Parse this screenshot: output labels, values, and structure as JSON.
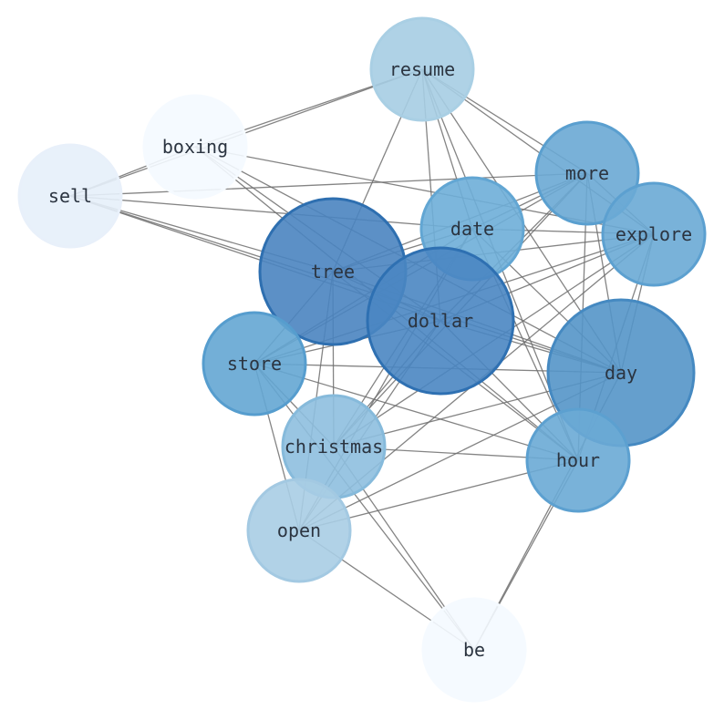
{
  "nodes": [
    {
      "id": "resume",
      "label": "resume",
      "fill": "#a6cde3",
      "stroke": "#a9cfe4",
      "alpha": 0.9
    },
    {
      "id": "boxing",
      "label": "boxing",
      "fill": "#f4f9ff",
      "stroke": "#f5faff",
      "alpha": 0.9
    },
    {
      "id": "sell",
      "label": "sell",
      "fill": "#e6eff9",
      "stroke": "#e8f0fa",
      "alpha": 0.9
    },
    {
      "id": "more",
      "label": "more",
      "fill": "#6aa9d4",
      "stroke": "#5a9fcf",
      "alpha": 0.9
    },
    {
      "id": "date",
      "label": "date",
      "fill": "#6eaed8",
      "stroke": "#62a6d3",
      "alpha": 0.9
    },
    {
      "id": "explore",
      "label": "explore",
      "fill": "#6aaad5",
      "stroke": "#5ca0d0",
      "alpha": 0.9
    },
    {
      "id": "tree",
      "label": "tree",
      "fill": "#4a84c0",
      "stroke": "#2e6fb0",
      "alpha": 0.9
    },
    {
      "id": "dollar",
      "label": "dollar",
      "fill": "#4a86c2",
      "stroke": "#2e70b2",
      "alpha": 0.9
    },
    {
      "id": "store",
      "label": "store",
      "fill": "#64a6d3",
      "stroke": "#569dce",
      "alpha": 0.9
    },
    {
      "id": "day",
      "label": "day",
      "fill": "#5495c8",
      "stroke": "#4589c1",
      "alpha": 0.9
    },
    {
      "id": "christmas",
      "label": "christmas",
      "fill": "#8ebfdf",
      "stroke": "#86badb",
      "alpha": 0.9
    },
    {
      "id": "hour",
      "label": "hour",
      "fill": "#6aaad5",
      "stroke": "#5ca0d0",
      "alpha": 0.9
    },
    {
      "id": "open",
      "label": "open",
      "fill": "#a9cde4",
      "stroke": "#a3c9e2",
      "alpha": 0.9
    },
    {
      "id": "be",
      "label": "be",
      "fill": "#f4f9ff",
      "stroke": "#f5faff",
      "alpha": 0.9
    }
  ],
  "edges": [
    [
      "resume",
      "boxing"
    ],
    [
      "resume",
      "sell"
    ],
    [
      "resume",
      "tree"
    ],
    [
      "resume",
      "date"
    ],
    [
      "resume",
      "dollar"
    ],
    [
      "resume",
      "more"
    ],
    [
      "resume",
      "explore"
    ],
    [
      "resume",
      "day"
    ],
    [
      "resume",
      "hour"
    ],
    [
      "boxing",
      "sell"
    ],
    [
      "boxing",
      "explore"
    ],
    [
      "boxing",
      "day"
    ],
    [
      "boxing",
      "dollar"
    ],
    [
      "boxing",
      "hour"
    ],
    [
      "sell",
      "more"
    ],
    [
      "sell",
      "date"
    ],
    [
      "sell",
      "tree"
    ],
    [
      "sell",
      "dollar"
    ],
    [
      "sell",
      "day"
    ],
    [
      "more",
      "date"
    ],
    [
      "more",
      "tree"
    ],
    [
      "more",
      "dollar"
    ],
    [
      "more",
      "store"
    ],
    [
      "more",
      "day"
    ],
    [
      "more",
      "christmas"
    ],
    [
      "more",
      "hour"
    ],
    [
      "more",
      "explore"
    ],
    [
      "date",
      "explore"
    ],
    [
      "date",
      "tree"
    ],
    [
      "date",
      "store"
    ],
    [
      "date",
      "day"
    ],
    [
      "date",
      "christmas"
    ],
    [
      "date",
      "open"
    ],
    [
      "date",
      "hour"
    ],
    [
      "explore",
      "tree"
    ],
    [
      "explore",
      "dollar"
    ],
    [
      "explore",
      "store"
    ],
    [
      "explore",
      "day"
    ],
    [
      "explore",
      "christmas"
    ],
    [
      "explore",
      "hour"
    ],
    [
      "explore",
      "open"
    ],
    [
      "tree",
      "dollar"
    ],
    [
      "tree",
      "store"
    ],
    [
      "tree",
      "day"
    ],
    [
      "tree",
      "christmas"
    ],
    [
      "tree",
      "hour"
    ],
    [
      "tree",
      "open"
    ],
    [
      "dollar",
      "store"
    ],
    [
      "dollar",
      "day"
    ],
    [
      "dollar",
      "christmas"
    ],
    [
      "dollar",
      "hour"
    ],
    [
      "dollar",
      "open"
    ],
    [
      "store",
      "day"
    ],
    [
      "store",
      "christmas"
    ],
    [
      "store",
      "open"
    ],
    [
      "store",
      "be"
    ],
    [
      "store",
      "hour"
    ],
    [
      "day",
      "christmas"
    ],
    [
      "day",
      "open"
    ],
    [
      "day",
      "be"
    ],
    [
      "christmas",
      "hour"
    ],
    [
      "christmas",
      "be"
    ],
    [
      "hour",
      "open"
    ],
    [
      "hour",
      "be"
    ],
    [
      "open",
      "be"
    ]
  ]
}
